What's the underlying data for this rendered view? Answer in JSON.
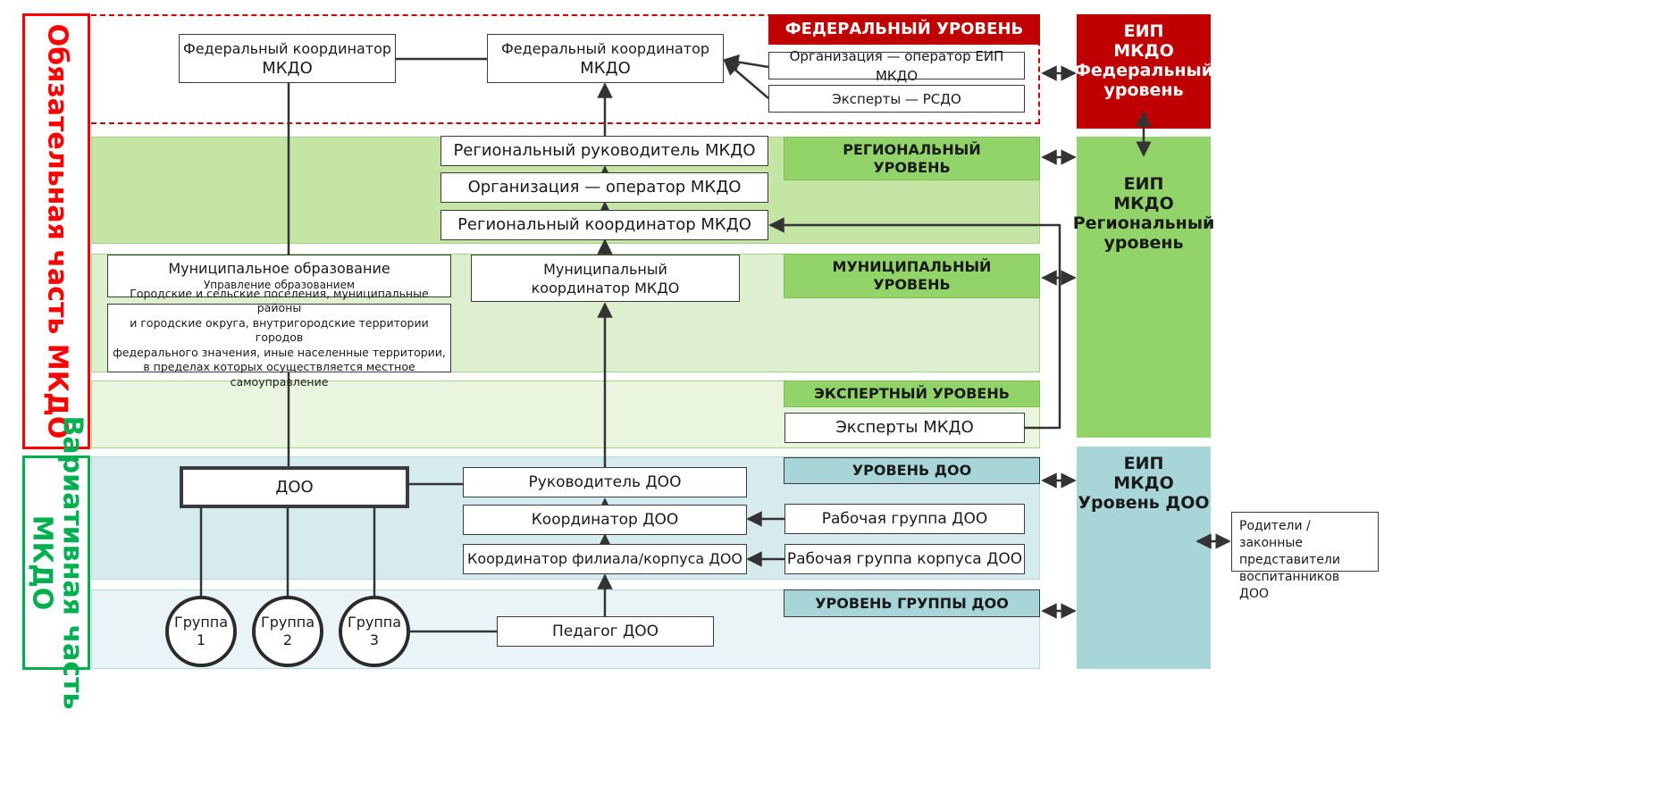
{
  "side_labels": {
    "mandatory": "Обязательная часть МКДО",
    "variative_line1": "Вариативная часть",
    "variative_line2": "МКДО"
  },
  "level_tags": {
    "federal": "ФЕДЕРАЛЬНЫЙ УРОВЕНЬ",
    "regional": "РЕГИОНАЛЬНЫЙ УРОВЕНЬ",
    "municipal": "МУНИЦИПАЛЬНЫЙ УРОВЕНЬ",
    "expert": "ЭКСПЕРТНЫЙ УРОВЕНЬ",
    "doo": "УРОВЕНЬ ДОО",
    "group": "УРОВЕНЬ ГРУППЫ ДОО"
  },
  "federal": {
    "coord_left_line1": "Федеральный координатор",
    "coord_left_line2": "МКДО",
    "coord_right_line1": "Федеральный координатор",
    "coord_right_line2": "МКДО",
    "operator": "Организация — оператор ЕИП МКДО",
    "experts": "Эксперты — РСДО"
  },
  "regional": {
    "head": "Региональный руководитель МКДО",
    "operator": "Организация — оператор МКДО",
    "coordinator": "Региональный координатор МКДО"
  },
  "municipal": {
    "formation_title": "Муниципальное образование",
    "formation_sub": "Управление образованием",
    "territories_lines": [
      "Городские и сельские поселения, муниципальные районы",
      "и городские округа, внутригородские территории городов",
      "федерального значения, иные населенные территории,",
      "в пределах которых осуществляется местное самоуправление"
    ],
    "coord_line1": "Муниципальный",
    "coord_line2": "координатор МКДО"
  },
  "expert": {
    "experts": "Эксперты МКДО"
  },
  "doo": {
    "doo": "ДОО",
    "head": "Руководитель ДОО",
    "coordinator": "Координатор ДОО",
    "branch_coordinator": "Координатор филиала/корпуса ДОО",
    "work_group": "Рабочая группа ДОО",
    "branch_work_group": "Рабочая группа корпуса ДОО"
  },
  "group": {
    "teacher": "Педагог ДОО",
    "groups": [
      {
        "line1": "Группа",
        "line2": "1"
      },
      {
        "line1": "Группа",
        "line2": "2"
      },
      {
        "line1": "Группа",
        "line2": "3"
      }
    ]
  },
  "eip": {
    "federal_lines": [
      "ЕИП",
      "МКДО",
      "Федеральный",
      "уровень"
    ],
    "regional_lines": [
      "ЕИП",
      "МКДО",
      "Региональный",
      "уровень"
    ],
    "doo_lines": [
      "ЕИП",
      "МКДО",
      "Уровень ДОО"
    ]
  },
  "parents_lines": [
    "Родители / законные",
    "представители",
    "воспитанников ДОО"
  ],
  "colors": {
    "federal_red": "#c00000",
    "mandatory_red": "#ff0000",
    "variative_green": "#00b050",
    "regional_band": "#c5e5a5",
    "municipal_band": "#ddefcf",
    "expert_band": "#eaf5e0",
    "green_tag": "#92d36a",
    "doo_band": "#d6ebee",
    "group_band": "#eaf4f6",
    "teal_tag": "#a7d5d8"
  }
}
